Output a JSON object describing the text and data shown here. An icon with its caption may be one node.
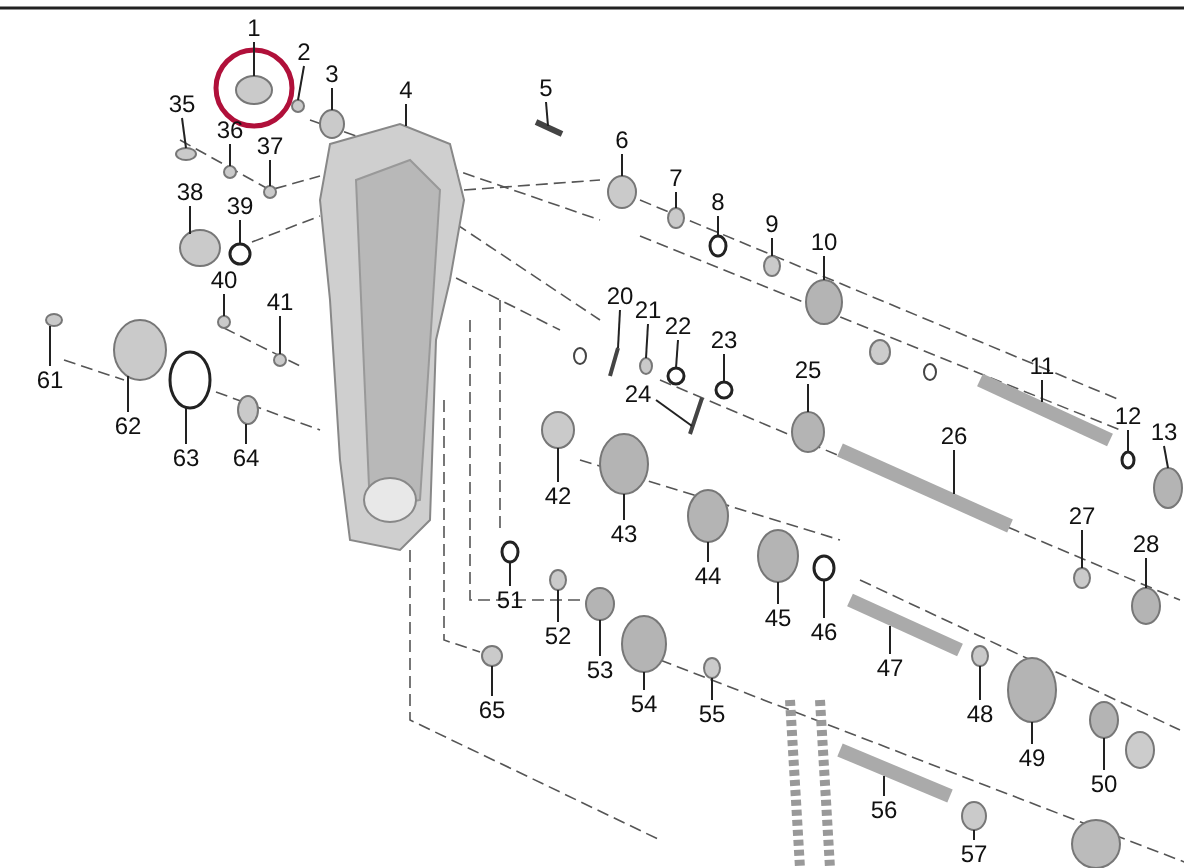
{
  "diagram": {
    "nodes": [
      {
        "text": [
          "1"
        ]
      },
      {
        "text": [
          "2"
        ]
      },
      {
        "text": [
          "3"
        ]
      },
      {
        "text": [
          "4"
        ]
      },
      {
        "text": [
          "5"
        ]
      },
      {
        "text": [
          "6"
        ]
      },
      {
        "text": [
          "7"
        ]
      },
      {
        "text": [
          "8"
        ]
      },
      {
        "text": [
          "9"
        ]
      },
      {
        "text": [
          "10"
        ]
      },
      {
        "text": [
          "11"
        ]
      },
      {
        "text": [
          "12"
        ]
      },
      {
        "text": [
          "13"
        ]
      },
      {
        "text": [
          "20"
        ]
      },
      {
        "text": [
          "21"
        ]
      },
      {
        "text": [
          "22"
        ]
      },
      {
        "text": [
          "23"
        ]
      },
      {
        "text": [
          "24"
        ]
      },
      {
        "text": [
          "25"
        ]
      },
      {
        "text": [
          "26"
        ]
      },
      {
        "text": [
          "27"
        ]
      },
      {
        "text": [
          "28"
        ]
      },
      {
        "text": [
          "35"
        ]
      },
      {
        "text": [
          "36"
        ]
      },
      {
        "text": [
          "37"
        ]
      },
      {
        "text": [
          "38"
        ]
      },
      {
        "text": [
          "39"
        ]
      },
      {
        "text": [
          "40"
        ]
      },
      {
        "text": [
          "41"
        ]
      },
      {
        "text": [
          "42"
        ]
      },
      {
        "text": [
          "43"
        ]
      },
      {
        "text": [
          "44"
        ]
      },
      {
        "text": [
          "45"
        ]
      },
      {
        "text": [
          "46"
        ]
      },
      {
        "text": [
          "47"
        ]
      },
      {
        "text": [
          "48"
        ]
      },
      {
        "text": [
          "49"
        ]
      },
      {
        "text": [
          "50"
        ]
      },
      {
        "text": [
          "51"
        ]
      },
      {
        "text": [
          "52"
        ]
      },
      {
        "text": [
          "53"
        ]
      },
      {
        "text": [
          "54"
        ]
      },
      {
        "text": [
          "55"
        ]
      },
      {
        "text": [
          "56"
        ]
      },
      {
        "text": [
          "57"
        ]
      },
      {
        "text": [
          "61"
        ]
      },
      {
        "text": [
          "62"
        ]
      },
      {
        "text": [
          "63"
        ]
      },
      {
        "text": [
          "64"
        ]
      },
      {
        "text": [
          "65"
        ]
      },
      {
        "text": [],
        "shape": "circle"
      },
      {
        "text": [],
        "shape": "circle"
      },
      {
        "text": [],
        "shape": "circle"
      },
      {
        "text": [],
        "shape": "picture"
      },
      {
        "text": [],
        "shape": "bar"
      },
      {
        "text": [],
        "shape": "circle"
      },
      {
        "text": [],
        "shape": "circle"
      },
      {
        "text": [],
        "shape": "circle"
      },
      {
        "text": [],
        "shape": "circle"
      },
      {
        "text": [],
        "shape": "circle"
      },
      {
        "text": [],
        "shape": "bar"
      },
      {
        "text": [],
        "shape": "circle"
      },
      {
        "text": [],
        "shape": "circle"
      },
      {
        "text": [],
        "shape": "bar"
      },
      {
        "text": [],
        "shape": "circle"
      },
      {
        "text": [],
        "shape": "circle"
      },
      {
        "text": [],
        "shape": "circle"
      },
      {
        "text": [],
        "shape": "bar"
      },
      {
        "text": [],
        "shape": "circle"
      },
      {
        "text": [],
        "shape": "bar"
      },
      {
        "text": [],
        "shape": "circle"
      },
      {
        "text": [],
        "shape": "circle"
      },
      {
        "text": [],
        "shape": "circle"
      },
      {
        "text": [],
        "shape": "circle"
      },
      {
        "text": [],
        "shape": "circle"
      },
      {
        "text": [],
        "shape": "circle"
      },
      {
        "text": [],
        "shape": "circle"
      },
      {
        "text": [],
        "shape": "circle"
      },
      {
        "text": [],
        "shape": "circle"
      },
      {
        "text": [],
        "shape": "circle"
      },
      {
        "text": [],
        "shape": "circle"
      },
      {
        "text": [],
        "shape": "circle"
      },
      {
        "text": [],
        "shape": "circle"
      },
      {
        "text": [],
        "shape": "circle"
      },
      {
        "text": [],
        "shape": "bar"
      },
      {
        "text": [],
        "shape": "circle"
      },
      {
        "text": [],
        "shape": "circle"
      },
      {
        "text": [],
        "shape": "circle"
      },
      {
        "text": [],
        "shape": "circle"
      },
      {
        "text": [],
        "shape": "circle"
      },
      {
        "text": [],
        "shape": "circle"
      },
      {
        "text": [],
        "shape": "circle"
      },
      {
        "text": [],
        "shape": "circle"
      },
      {
        "text": [],
        "shape": "bar"
      },
      {
        "text": [],
        "shape": "circle"
      },
      {
        "text": [],
        "shape": "circle"
      },
      {
        "text": [],
        "shape": "circle"
      },
      {
        "text": [],
        "shape": "circle"
      },
      {
        "text": [],
        "shape": "circle"
      },
      {
        "text": [],
        "shape": "circle"
      }
    ],
    "edges": [
      {
        "from": 0,
        "to": 50,
        "arrow": "none"
      },
      {
        "from": 1,
        "to": 51,
        "arrow": "none"
      },
      {
        "from": 2,
        "to": 52,
        "arrow": "none"
      },
      {
        "from": 3,
        "to": 53,
        "arrow": "none"
      },
      {
        "from": 4,
        "to": 54,
        "arrow": "none"
      },
      {
        "from": 5,
        "to": 55,
        "arrow": "none"
      },
      {
        "from": 6,
        "to": 56,
        "arrow": "none"
      },
      {
        "from": 7,
        "to": 57,
        "arrow": "none"
      },
      {
        "from": 8,
        "to": 58,
        "arrow": "none"
      },
      {
        "from": 9,
        "to": 59,
        "arrow": "none"
      },
      {
        "from": 10,
        "to": 60,
        "arrow": "none"
      },
      {
        "from": 11,
        "to": 61,
        "arrow": "none"
      },
      {
        "from": 12,
        "to": 62,
        "arrow": "none"
      },
      {
        "from": 13,
        "to": 63,
        "arrow": "none"
      },
      {
        "from": 14,
        "to": 64,
        "arrow": "none"
      },
      {
        "from": 15,
        "to": 65,
        "arrow": "none"
      },
      {
        "from": 16,
        "to": 66,
        "arrow": "none"
      },
      {
        "from": 17,
        "to": 67,
        "arrow": "none"
      },
      {
        "from": 18,
        "to": 68,
        "arrow": "none"
      },
      {
        "from": 19,
        "to": 69,
        "arrow": "none"
      },
      {
        "from": 20,
        "to": 70,
        "arrow": "none"
      },
      {
        "from": 21,
        "to": 71,
        "arrow": "none"
      },
      {
        "from": 22,
        "to": 72,
        "arrow": "none"
      },
      {
        "from": 23,
        "to": 73,
        "arrow": "none"
      },
      {
        "from": 24,
        "to": 74,
        "arrow": "none"
      },
      {
        "from": 25,
        "to": 75,
        "arrow": "none"
      },
      {
        "from": 26,
        "to": 76,
        "arrow": "none"
      },
      {
        "from": 27,
        "to": 77,
        "arrow": "none"
      },
      {
        "from": 28,
        "to": 78,
        "arrow": "none"
      },
      {
        "from": 29,
        "to": 79,
        "arrow": "none"
      },
      {
        "from": 30,
        "to": 80,
        "arrow": "none"
      },
      {
        "from": 31,
        "to": 81,
        "arrow": "none"
      },
      {
        "from": 32,
        "to": 82,
        "arrow": "none"
      },
      {
        "from": 33,
        "to": 83,
        "arrow": "none"
      },
      {
        "from": 34,
        "to": 84,
        "arrow": "none"
      },
      {
        "from": 35,
        "to": 85,
        "arrow": "none"
      },
      {
        "from": 36,
        "to": 86,
        "arrow": "none"
      },
      {
        "from": 37,
        "to": 87,
        "arrow": "none"
      },
      {
        "from": 38,
        "to": 88,
        "arrow": "none"
      },
      {
        "from": 39,
        "to": 89,
        "arrow": "none"
      },
      {
        "from": 40,
        "to": 90,
        "arrow": "none"
      },
      {
        "from": 41,
        "to": 91,
        "arrow": "none"
      },
      {
        "from": 42,
        "to": 92,
        "arrow": "none"
      },
      {
        "from": 43,
        "to": 93,
        "arrow": "none"
      },
      {
        "from": 44,
        "to": 94,
        "arrow": "none"
      },
      {
        "from": 45,
        "to": 95,
        "arrow": "none"
      },
      {
        "from": 46,
        "to": 96,
        "arrow": "none"
      },
      {
        "from": 47,
        "to": 97,
        "arrow": "none"
      },
      {
        "from": 48,
        "to": 98,
        "arrow": "none"
      },
      {
        "from": 49,
        "to": 99,
        "arrow": "none"
      }
    ]
  }
}
